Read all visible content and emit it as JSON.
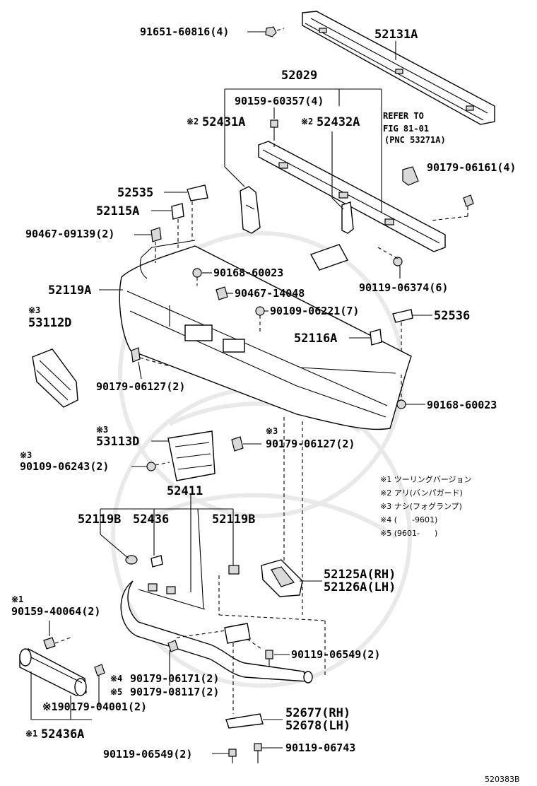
{
  "diagram_id": "520383B",
  "parts": {
    "p52131A": "52131A",
    "p91651": "91651-60816(4)",
    "p52029": "52029",
    "p90159_60357": "90159-60357(4)",
    "p52431A": "52431A",
    "p52432A": "52432A",
    "note2a": "※2",
    "note2b": "※2",
    "refer1": "REFER TO",
    "refer2": "FIG 81-01",
    "refer3": "(PNC 53271A)",
    "p90179_06161": "90179-06161(4)",
    "p52535": "52535",
    "p52115A": "52115A",
    "p90467_09139": "90467-09139(2)",
    "p90168_60023a": "90168-60023",
    "p52119A": "52119A",
    "p90119_06374": "90119-06374(6)",
    "p90467_14048": "90467-14048",
    "p90109_06221": "90109-06221(7)",
    "p52536": "52536",
    "n3a": "※3",
    "p53112D": "53112D",
    "p52116A": "52116A",
    "p90179_06127a": "90179-06127(2)",
    "p90168_60023b": "90168-60023",
    "n3b": "※3",
    "p53113D": "53113D",
    "n3c": "※3",
    "p90179_06127b": "90179-06127(2)",
    "n3d": "※3",
    "p90109_06243": "90109-06243(2)",
    "p52411": "52411",
    "p52119B_l": "52119B",
    "p52436": "52436",
    "p52119B_r": "52119B",
    "p52125A": "52125A(RH)",
    "p52126A": "52126A(LH)",
    "n1a": "※1",
    "p90159_40064": "90159-40064(2)",
    "p90119_06549a": "90119-06549(2)",
    "n4": "※4",
    "p90179_06171": "90179-06171(2)",
    "n5": "※5",
    "p90179_08117": "90179-08117(2)",
    "p90179_04001": "※190179-04001(2)",
    "n1b": "※1",
    "p52436A": "52436A",
    "p52677": "52677(RH)",
    "p52678": "52678(LH)",
    "p90119_06549b": "90119-06549(2)",
    "p90119_06743": "90119-06743"
  },
  "legend": [
    "※1 ツーリングバージョン",
    "※2 アリ(バンパガード)",
    "※3 ナシ(フォグランプ)",
    "※4 (      -9601)",
    "※5 (9601-      )"
  ]
}
